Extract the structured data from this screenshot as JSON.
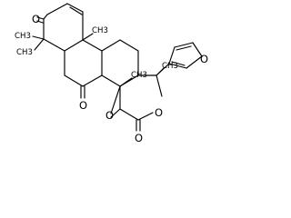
{
  "molecule": {
    "atoms": {
      "o_ketone_a": "O",
      "o_ketone_b": "O",
      "o_epoxide": "O",
      "o_lactone_ring": "O",
      "o_lactone_carbonyl": "O",
      "o_furan": "O"
    },
    "methyls": [
      {
        "id": "me_c4a",
        "label": "CH3"
      },
      {
        "id": "me_c4b",
        "label": "CH3"
      },
      {
        "id": "me_c10",
        "label": "CH3"
      },
      {
        "id": "me_c8",
        "label": "CH3"
      },
      {
        "id": "me_c13",
        "label": "CH3"
      }
    ]
  }
}
